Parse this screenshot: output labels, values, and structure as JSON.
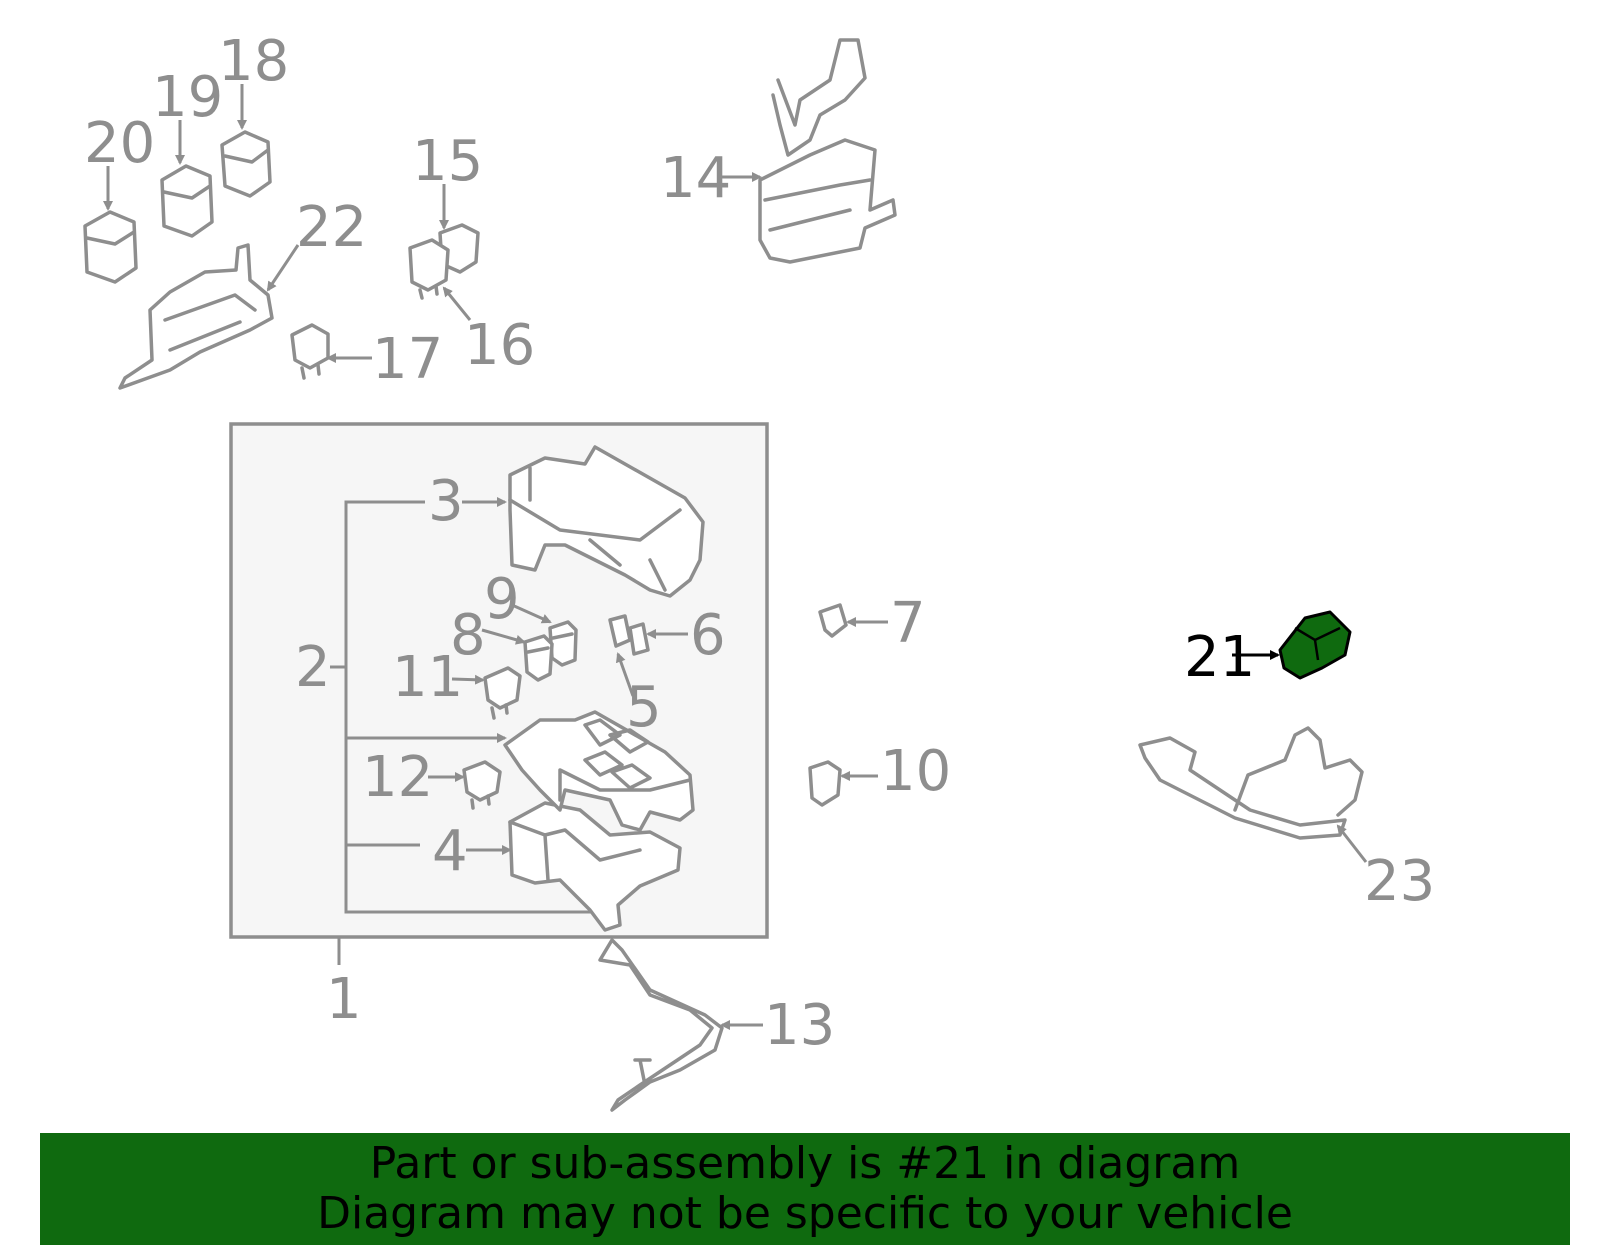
{
  "callouts": {
    "c1": "1",
    "c2": "2",
    "c3": "3",
    "c4": "4",
    "c5": "5",
    "c6": "6",
    "c7": "7",
    "c8": "8",
    "c9": "9",
    "c10": "10",
    "c11": "11",
    "c12": "12",
    "c13": "13",
    "c14": "14",
    "c15": "15",
    "c16": "16",
    "c17": "17",
    "c18": "18",
    "c19": "19",
    "c20": "20",
    "c21": "21",
    "c22": "22",
    "c23": "23"
  },
  "highlighted_part": "21",
  "colors": {
    "highlight": "#0f6a0f",
    "line": "#8e8e8e",
    "box_fill": "#f6f6f6"
  },
  "banner": {
    "line1": "Part or sub-assembly is #21 in diagram",
    "line2": "Diagram may not be specific to your vehicle"
  }
}
